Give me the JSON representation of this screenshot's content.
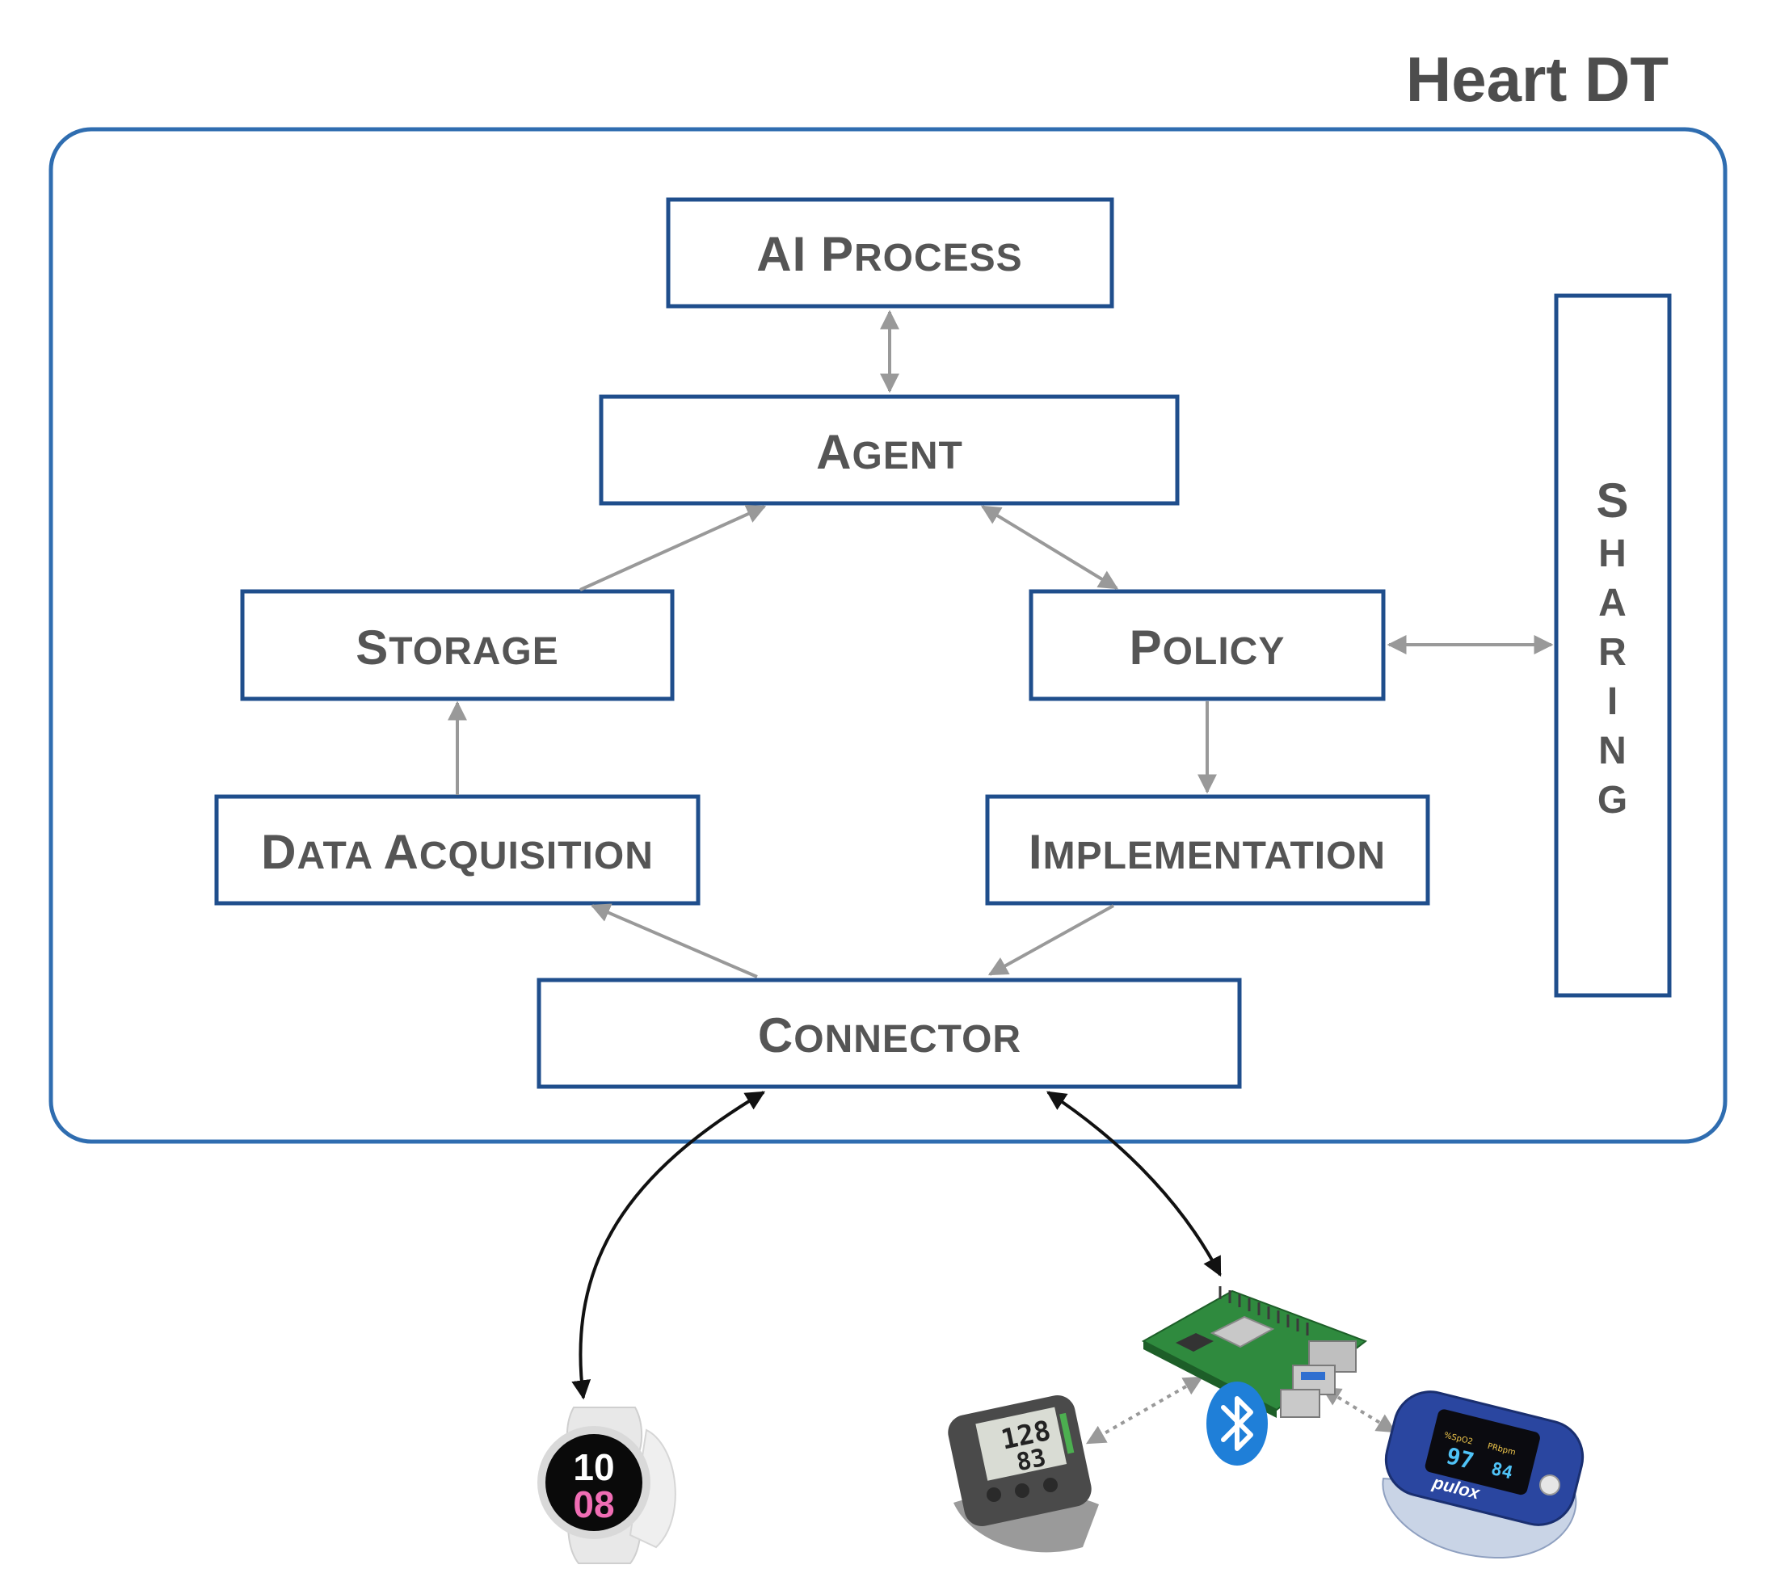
{
  "diagram": {
    "title": "Heart DT",
    "components": {
      "ai_process": {
        "big1": "AI P",
        "small1": "ROCESS"
      },
      "agent": {
        "big1": "A",
        "small1": "GENT"
      },
      "storage": {
        "big1": "S",
        "small1": "TORAGE"
      },
      "policy": {
        "big1": "P",
        "small1": "OLICY"
      },
      "data_acquisition": {
        "big1": "D",
        "small1": "ATA ",
        "big2": "A",
        "small2": "CQUISITION"
      },
      "implementation": {
        "big1": "I",
        "small1": "MPLEMENTATION"
      },
      "connector": {
        "big1": "C",
        "small1": "ONNECTOR"
      },
      "sharing": {
        "letters": [
          "S",
          "H",
          "A",
          "R",
          "I",
          "N",
          "G"
        ]
      }
    },
    "devices": {
      "smartwatch": {
        "hour": "10",
        "minute": "08"
      },
      "blood_pressure_monitor": {
        "display_top": "128",
        "display_bottom": "83"
      },
      "pulse_oximeter": {
        "brand": "pulox",
        "spo2": "97",
        "bpm": "84",
        "label_spo2": "%SpO2",
        "label_bpm": "PRbpm"
      }
    },
    "colors": {
      "box_border": "#1f4e8c",
      "container_border": "#2f6db0",
      "arrow_gray": "#999999",
      "arrow_black": "#111111",
      "text_gray": "#555555",
      "bluetooth": "#1f7fd8"
    },
    "icons": [
      "bluetooth-icon",
      "smartwatch-icon",
      "raspberry-pi-board-icon",
      "blood-pressure-monitor-icon",
      "pulse-oximeter-icon"
    ]
  }
}
